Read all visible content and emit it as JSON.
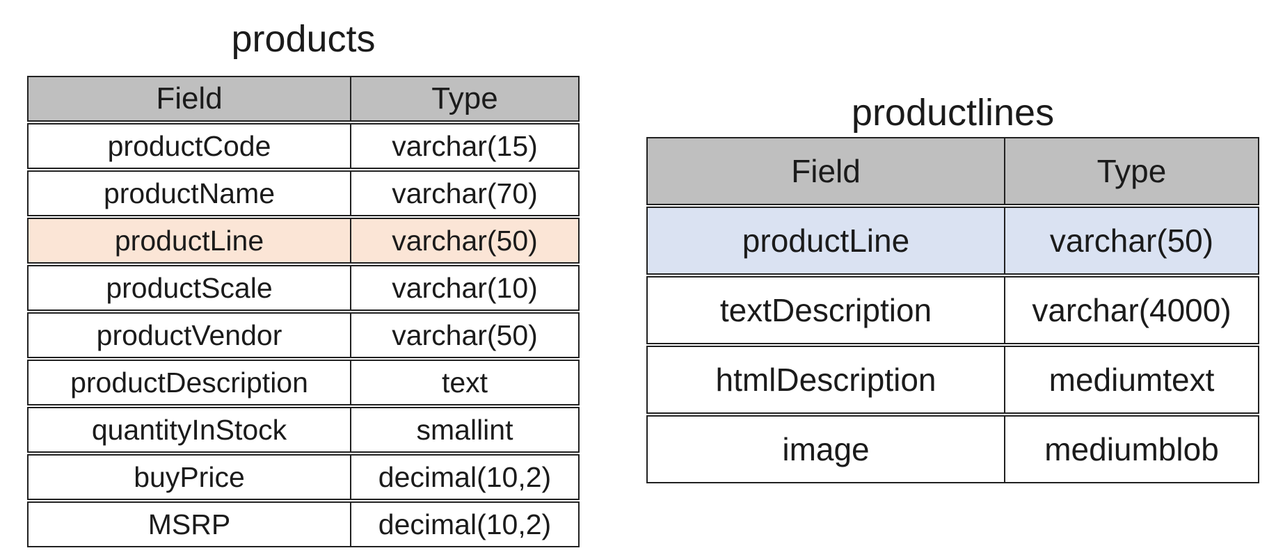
{
  "colors": {
    "header_bg": "#bfbfbf",
    "border": "#212121",
    "text": "#1b1b1b",
    "products_highlight": "#fbe5d6",
    "productlines_highlight": "#dae2f2"
  },
  "tables": [
    {
      "title": "products",
      "columns": [
        "Field",
        "Type"
      ],
      "highlight_color": "#fbe5d6",
      "rows": [
        {
          "field": "productCode",
          "type": "varchar(15)",
          "highlight": false
        },
        {
          "field": "productName",
          "type": "varchar(70)",
          "highlight": false
        },
        {
          "field": "productLine",
          "type": "varchar(50)",
          "highlight": true
        },
        {
          "field": "productScale",
          "type": "varchar(10)",
          "highlight": false
        },
        {
          "field": "productVendor",
          "type": "varchar(50)",
          "highlight": false
        },
        {
          "field": "productDescription",
          "type": "text",
          "highlight": false
        },
        {
          "field": "quantityInStock",
          "type": "smallint",
          "highlight": false
        },
        {
          "field": "buyPrice",
          "type": "decimal(10,2)",
          "highlight": false
        },
        {
          "field": "MSRP",
          "type": "decimal(10,2)",
          "highlight": false
        }
      ]
    },
    {
      "title": "productlines",
      "columns": [
        "Field",
        "Type"
      ],
      "highlight_color": "#dae2f2",
      "rows": [
        {
          "field": "productLine",
          "type": "varchar(50)",
          "highlight": true
        },
        {
          "field": "textDescription",
          "type": "varchar(4000)",
          "highlight": false
        },
        {
          "field": "htmlDescription",
          "type": "mediumtext",
          "highlight": false
        },
        {
          "field": "image",
          "type": "mediumblob",
          "highlight": false
        }
      ]
    }
  ]
}
